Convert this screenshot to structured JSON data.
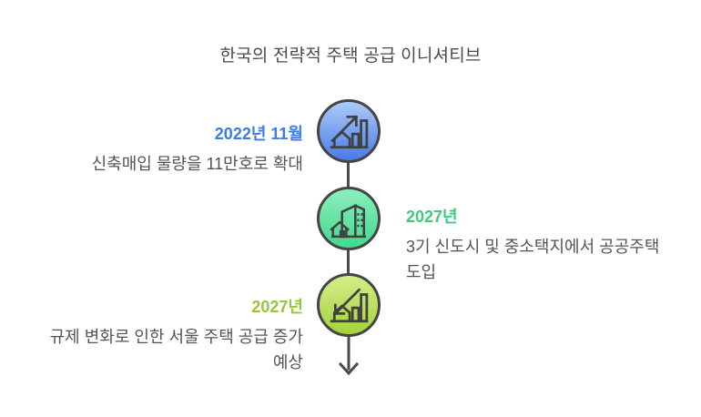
{
  "title": "한국의 전략적 주택 공급 이니셔티브",
  "colors": {
    "background": "#ffffff",
    "title_text": "#4b4b4b",
    "body_text": "#545454",
    "stroke": "#4a4a4a"
  },
  "timeline": {
    "direction": "vertical",
    "end_marker": "down-arrow",
    "nodes": [
      {
        "date": "2022년 11월",
        "description": "신축매입 물량을 11만호로 확대",
        "side": "left",
        "icon": "growth-chart-house-icon",
        "date_color": "#3d7ce4",
        "circle_gradient_top": "#abcbf9",
        "circle_gradient_bottom": "#4a7be6"
      },
      {
        "date": "2027년",
        "description": "3기 신도시 및 중소택지에서 공공주택 도입",
        "side": "right",
        "icon": "buildings-icon",
        "date_color": "#3ec97f",
        "circle_gradient_top": "#8cefbd",
        "circle_gradient_bottom": "#41d98c"
      },
      {
        "date": "2027년",
        "description": "규제 변화로 인한 서울 주택 공급 증가 예상",
        "side": "left",
        "icon": "decline-chart-house-icon",
        "date_color": "#9ac43a",
        "circle_gradient_top": "#d6ed88",
        "circle_gradient_bottom": "#a3d33c"
      }
    ]
  }
}
